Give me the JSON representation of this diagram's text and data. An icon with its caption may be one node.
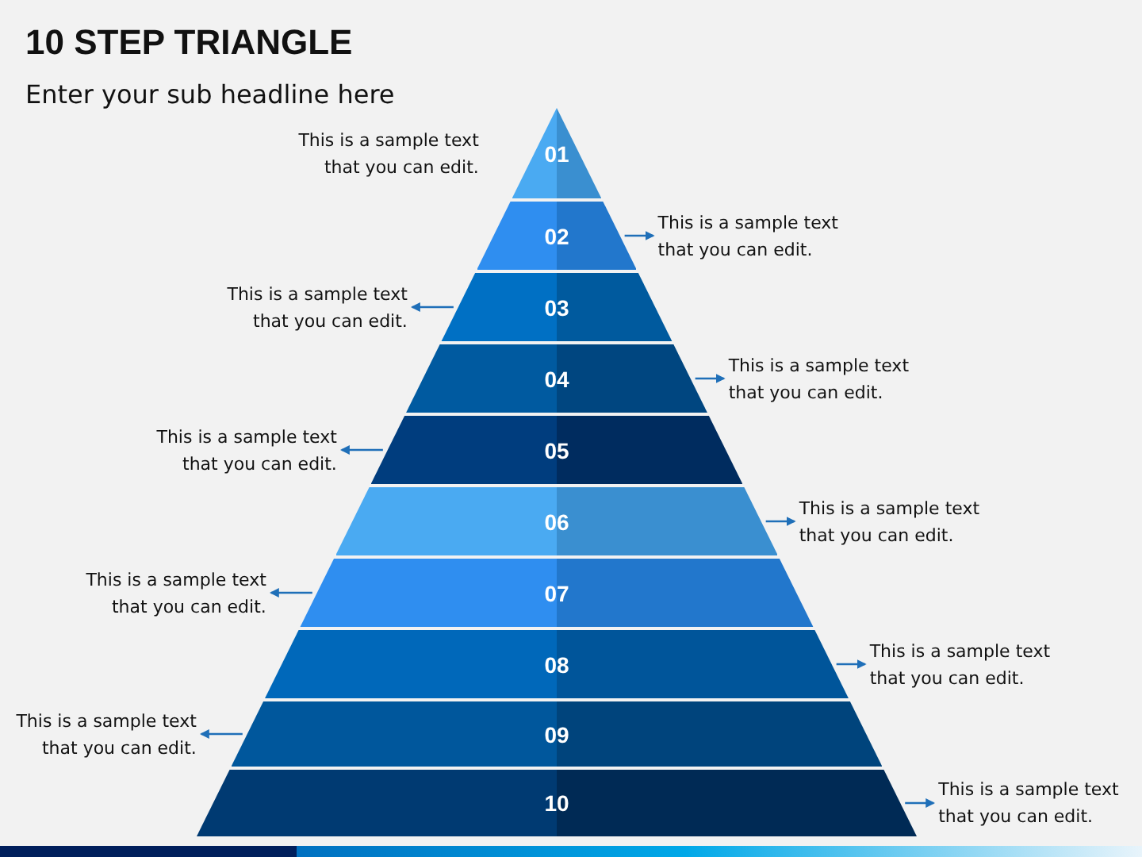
{
  "diagram": {
    "title": "10 STEP TRIANGLE",
    "nodes": [
      {
        "text": [
          "01"
        ]
      },
      {
        "text": [
          "02"
        ]
      },
      {
        "text": [
          "03"
        ]
      },
      {
        "text": [
          "04"
        ]
      },
      {
        "text": [
          "05"
        ]
      },
      {
        "text": [
          "06"
        ]
      },
      {
        "text": [
          "07"
        ]
      },
      {
        "text": [
          "08"
        ]
      },
      {
        "text": [
          "09"
        ]
      },
      {
        "text": [
          "10"
        ]
      },
      {
        "text": [
          "This is a sample text that you can edit."
        ]
      },
      {
        "text": [
          "This is a sample text that you can edit."
        ]
      },
      {
        "text": [
          "This is a sample text that you can edit."
        ]
      },
      {
        "text": [
          "This is a sample text that you can edit."
        ]
      },
      {
        "text": [
          "This is a sample text that you can edit."
        ]
      },
      {
        "text": [
          "This is a sample text that you can edit."
        ]
      },
      {
        "text": [
          "This is a sample text that you can edit."
        ]
      },
      {
        "text": [
          "This is a sample text that you can edit."
        ]
      },
      {
        "text": [
          "This is a sample text that you can edit."
        ]
      },
      {
        "text": [
          "This is a sample text that you can edit."
        ]
      }
    ],
    "edges": [
      {
        "from": 1,
        "to": 11,
        "arrow": "to"
      },
      {
        "from": 2,
        "to": 12,
        "arrow": "to"
      },
      {
        "from": 3,
        "to": 13,
        "arrow": "to"
      },
      {
        "from": 4,
        "to": 14,
        "arrow": "to"
      },
      {
        "from": 5,
        "to": 15,
        "arrow": "to"
      },
      {
        "from": 6,
        "to": 16,
        "arrow": "to"
      },
      {
        "from": 7,
        "to": 17,
        "arrow": "to"
      },
      {
        "from": 8,
        "to": 18,
        "arrow": "to"
      },
      {
        "from": 9,
        "to": 19,
        "arrow": "to"
      }
    ],
    "labels": [
      "Enter your sub headline here"
    ]
  }
}
